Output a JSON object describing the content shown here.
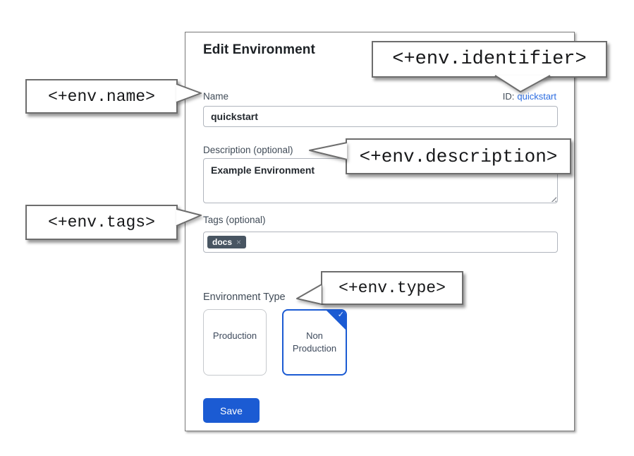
{
  "dialog": {
    "title": "Edit Environment",
    "name_field": {
      "label": "Name",
      "value": "quickstart"
    },
    "id_field": {
      "label": "ID:",
      "value": "quickstart"
    },
    "description_field": {
      "label": "Description (optional)",
      "value": "Example Environment"
    },
    "tags_field": {
      "label": "Tags (optional)",
      "tags": [
        {
          "label": "docs",
          "remove_icon": "×"
        }
      ]
    },
    "environment_type": {
      "label": "Environment Type",
      "options": [
        {
          "label": "Production",
          "selected": false
        },
        {
          "label": "Non Production",
          "selected": true
        }
      ],
      "selected_check_icon": "✓"
    },
    "save_label": "Save"
  },
  "callouts": {
    "name": "<+env.name>",
    "identifier": "<+env.identifier>",
    "description": "<+env.description>",
    "tags": "<+env.tags>",
    "type": "<+env.type>"
  },
  "colors": {
    "primary_blue": "#1b5bd3",
    "link_blue": "#2b6ce0",
    "tag_chip_bg": "#485562",
    "label_text": "#404b57",
    "callout_border": "#6d6d6d"
  }
}
